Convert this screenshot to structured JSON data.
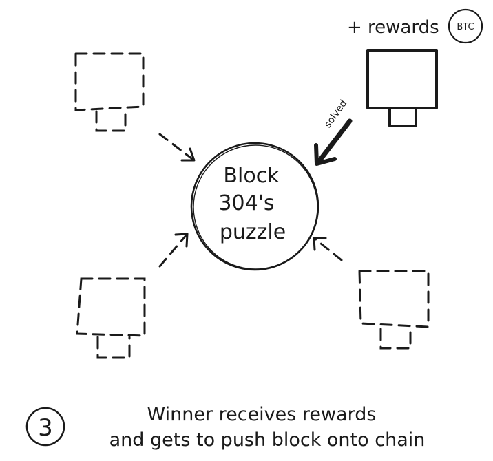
{
  "rewards_label": "+ rewards",
  "coin_label": "BTC",
  "solved_label": "solved",
  "puzzle": {
    "line1": "Block",
    "line2": "304's",
    "line3": "puzzle"
  },
  "step_number": "3",
  "caption": {
    "line1": "Winner receives rewards",
    "line2": "and gets to push block onto chain"
  }
}
